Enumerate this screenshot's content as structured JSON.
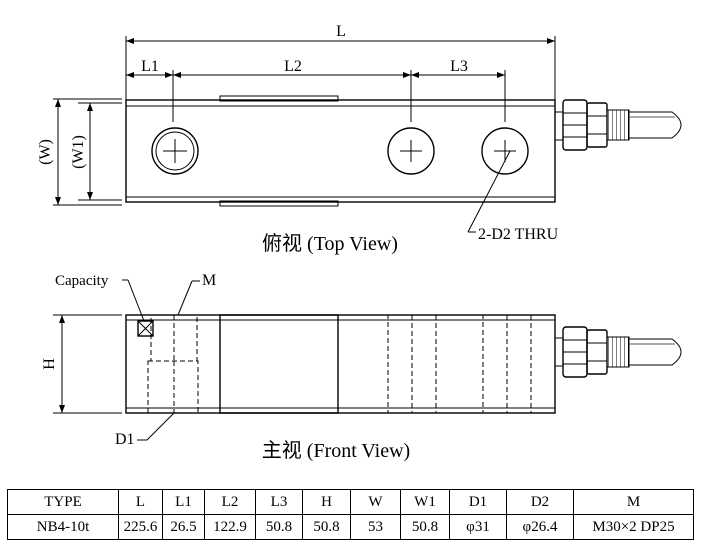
{
  "top_view": {
    "dim_L": "L",
    "dim_L1": "L1",
    "dim_L2": "L2",
    "dim_L3": "L3",
    "dim_W": "(W)",
    "dim_W1": "(W1)",
    "hole_note": "2-D2  THRU",
    "caption": "俯视 (Top View)"
  },
  "front_view": {
    "capacity_label": "Capacity",
    "thread_label": "M",
    "dim_H": "H",
    "hole_label": "D1",
    "caption": "主视 (Front View)"
  },
  "spec_table": {
    "headers": [
      "TYPE",
      "L",
      "L1",
      "L2",
      "L3",
      "H",
      "W",
      "W1",
      "D1",
      "D2",
      "M"
    ],
    "rows": [
      [
        "NB4-10t",
        "225.6",
        "26.5",
        "122.9",
        "50.8",
        "50.8",
        "53",
        "50.8",
        "φ31",
        "φ26.4",
        "M30×2 DP25"
      ]
    ]
  }
}
